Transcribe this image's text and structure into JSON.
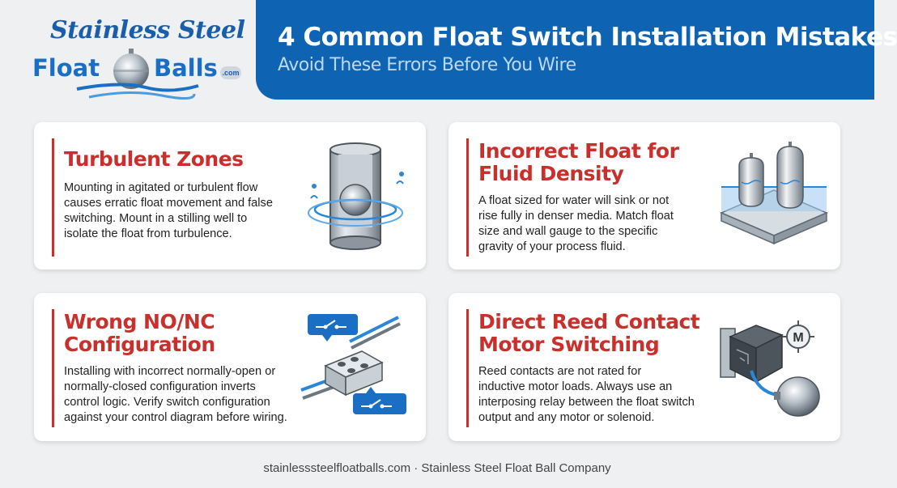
{
  "logo": {
    "line1": "Stainless Steel",
    "float": "Float",
    "balls": "Balls",
    "com": ".com"
  },
  "header": {
    "title": "4 Common Float Switch Installation Mistakes",
    "subtitle": "Avoid These Errors Before You Wire"
  },
  "cards": [
    {
      "title_lines": [
        "Turbulent Zones"
      ],
      "body_lines": [
        "Mounting in agitated or turbulent flow",
        "causes erratic float movement and false",
        "switching. Mount in a stilling well to",
        "isolate the float from turbulence."
      ],
      "icon": "stilling-well-icon"
    },
    {
      "title_lines": [
        "Incorrect Float for",
        "Fluid Density"
      ],
      "body_lines": [
        "A float sized for water will sink or not",
        "rise fully in denser media. Match float",
        "size and wall gauge to the specific",
        "gravity of your process fluid."
      ],
      "icon": "float-density-icon"
    },
    {
      "title_lines": [
        "Wrong NO/NC",
        "Configuration"
      ],
      "body_lines": [
        "Installing with incorrect normally-open or",
        "normally-closed configuration inverts",
        "control logic. Verify switch configuration",
        "against your control diagram before wiring."
      ],
      "icon": "terminal-block-icon"
    },
    {
      "title_lines": [
        "Direct Reed Contact",
        "Motor Switching"
      ],
      "body_lines": [
        "Reed contacts are not rated for",
        "inductive motor loads. Always use an",
        "interposing relay between the float switch",
        "output and any motor or solenoid."
      ],
      "icon": "relay-motor-icon"
    }
  ],
  "motor_symbol": "M",
  "footer": "stainlesssteelfloatballs.com · Stainless Steel Float Ball Company",
  "colors": {
    "accent": "#c9302c",
    "header": "#0f63b3",
    "brand": "#1a6fc4"
  }
}
